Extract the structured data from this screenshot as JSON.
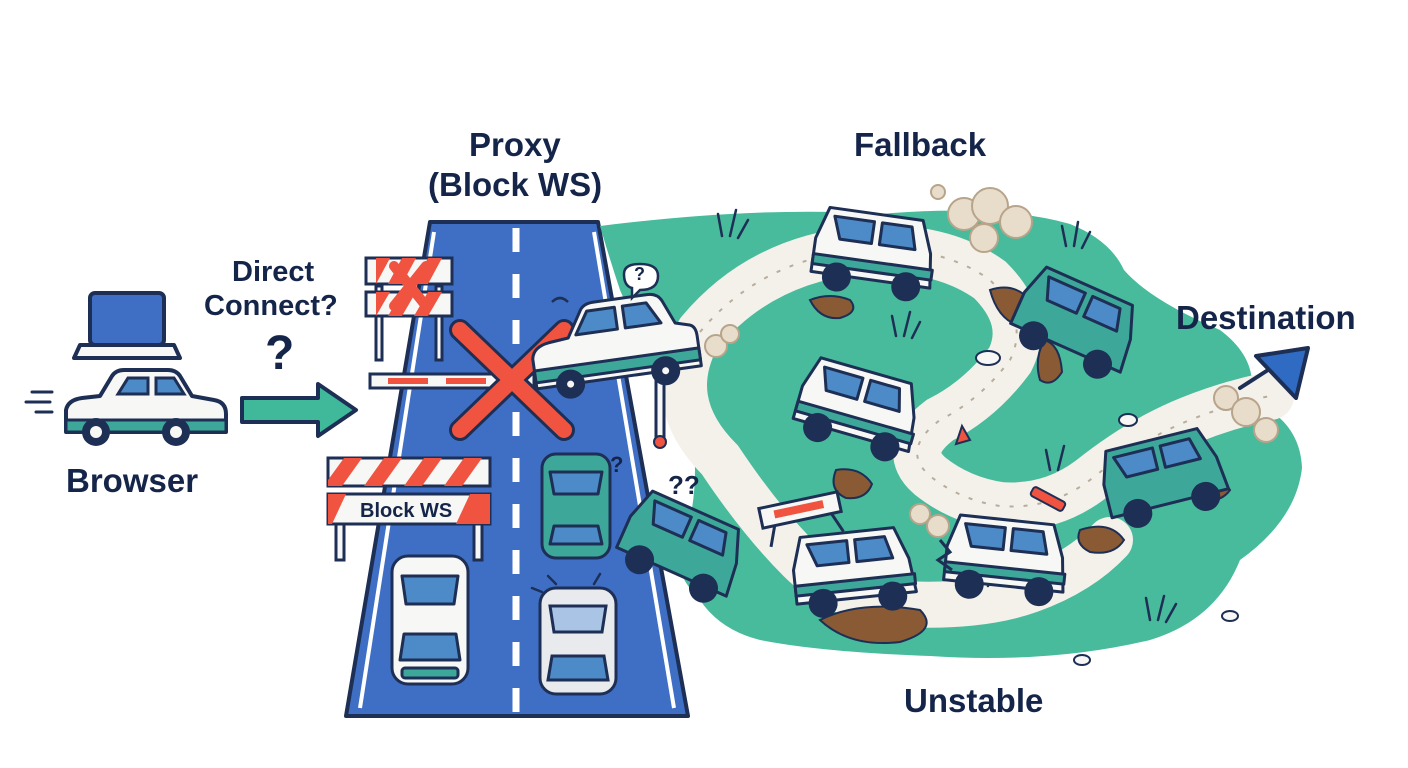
{
  "labels": {
    "browser": "Browser",
    "direct_line1": "Direct",
    "direct_line2": "Connect?",
    "question": "?",
    "proxy_line1": "Proxy",
    "proxy_line2": "(Block WS)",
    "fallback": "Fallback",
    "destination": "Destination",
    "unstable": "Unstable",
    "sign_block_ws": "Block WS",
    "confused_1": "?",
    "confused_2": "?",
    "confused_3": "??"
  },
  "colors": {
    "outline": "#1e2f55",
    "road_blue": "#3f6fc4",
    "teal": "#3fb99a",
    "grass": "#47bb9b",
    "blocked_red": "#f0533f",
    "mud": "#8a5a34",
    "path": "#f4f1ea",
    "car_teal": "#3da89a",
    "car_white": "#f7f7f5",
    "window_blue": "#4d8ac8",
    "arrow_blue": "#2f6bc2"
  },
  "icons": {
    "laptop": "laptop-icon",
    "browser_car": "car-icon",
    "direct_arrow": "arrow-right-icon",
    "blocked": "x-mark-icon",
    "destination_arrow": "arrow-up-right-icon"
  }
}
